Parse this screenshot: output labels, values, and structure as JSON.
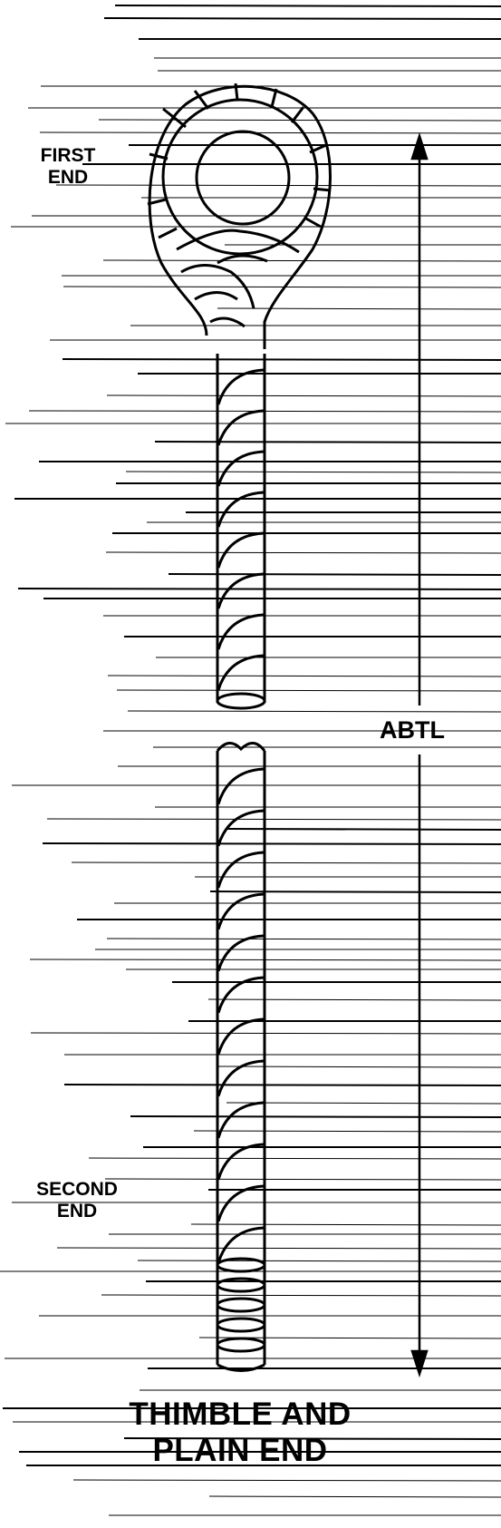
{
  "labels": {
    "first_end": [
      "FIRST",
      "END"
    ],
    "abtl": "ABTL",
    "second_end": [
      "SECOND",
      "END"
    ],
    "title": [
      "THIMBLE AND",
      "PLAIN END"
    ]
  },
  "colors": {
    "ink": "#000000",
    "background": "#ffffff"
  },
  "icons": {
    "arrow_top": "arrowhead-up",
    "arrow_bottom": "arrowhead-down"
  }
}
